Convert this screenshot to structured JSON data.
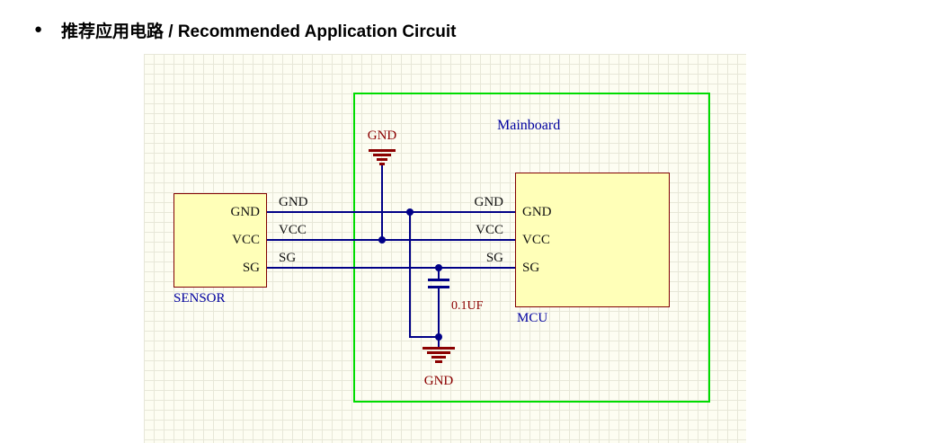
{
  "heading": {
    "bullet": "●",
    "text": "推荐应用电路 / Recommended Application Circuit"
  },
  "diagram": {
    "mainboard_label": "Mainboard",
    "sensor": {
      "designator": "SENSOR",
      "pins": [
        "GND",
        "VCC",
        "SG"
      ]
    },
    "mcu": {
      "designator": "MCU",
      "pins": [
        "GND",
        "VCC",
        "SG"
      ]
    },
    "nets": {
      "left": [
        "GND",
        "VCC",
        "SG"
      ],
      "right": [
        "GND",
        "VCC",
        "SG"
      ]
    },
    "power": {
      "top_gnd": "GND",
      "bottom_gnd": "GND"
    },
    "capacitor_value": "0.1UF"
  },
  "colors": {
    "wire": "#000087",
    "green": "#00DC00",
    "boxfill": "#FFFFB8",
    "boxborder": "#800000",
    "maroon": "#8B0000",
    "bluetext": "#0000A0",
    "cream": "#FDFDF2",
    "grid": "#E7E7D8"
  }
}
